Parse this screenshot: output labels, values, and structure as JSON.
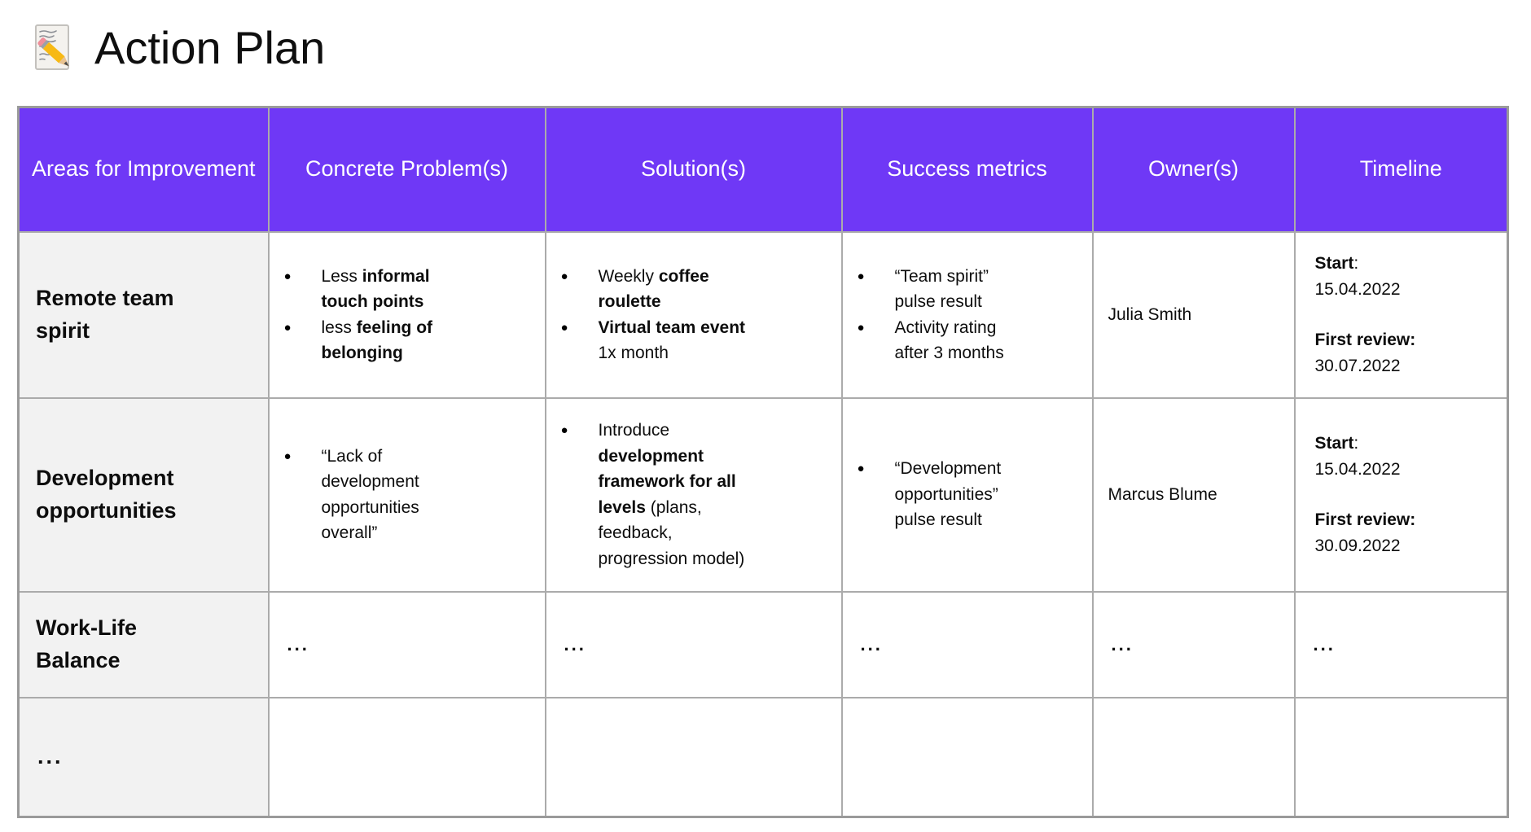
{
  "page": {
    "title": "Action Plan",
    "title_icon": "memo"
  },
  "colors": {
    "header_bg": "#6F38F6",
    "header_text": "#FFFFFF",
    "row_header_bg": "#F2F2F2",
    "border": "#ABABAB",
    "outer_border": "#9A9A9A"
  },
  "table": {
    "columns": [
      "Areas for Improvement",
      "Concrete Problem(s)",
      "Solution(s)",
      "Success metrics",
      "Owner(s)",
      "Timeline"
    ],
    "rows": [
      {
        "area": "Remote team\nspirit",
        "problems": [
          [
            {
              "t": "Less ",
              "b": false
            },
            {
              "t": "informal\ntouch points",
              "b": true
            }
          ],
          [
            {
              "t": "less ",
              "b": false
            },
            {
              "t": "feeling of\nbelonging",
              "b": true
            }
          ]
        ],
        "solutions": [
          [
            {
              "t": "Weekly ",
              "b": false
            },
            {
              "t": "coffee\nroulette",
              "b": true
            }
          ],
          [
            {
              "t": "Virtual team event",
              "b": true
            },
            {
              "t": "\n1x month",
              "b": false
            }
          ]
        ],
        "metrics": [
          [
            {
              "t": "“Team spirit”\npulse result",
              "b": false
            }
          ],
          [
            {
              "t": "Activity rating\nafter 3 months",
              "b": false
            }
          ]
        ],
        "owner": "Julia Smith",
        "timeline": [
          [
            {
              "t": "Start",
              "b": true
            },
            {
              "t": ":\n15.04.2022",
              "b": false
            }
          ],
          [
            {
              "t": "First review:",
              "b": true
            },
            {
              "t": "\n30.07.2022",
              "b": false
            }
          ]
        ]
      },
      {
        "area": "Development\nopportunities",
        "problems": [
          [
            {
              "t": "“Lack of\ndevelopment\nopportunities\noverall”",
              "b": false
            }
          ]
        ],
        "solutions": [
          [
            {
              "t": "Introduce\n",
              "b": false
            },
            {
              "t": "development\nframework for all\nlevels",
              "b": true
            },
            {
              "t": " (plans,\nfeedback,\nprogression model)",
              "b": false
            }
          ]
        ],
        "metrics": [
          [
            {
              "t": "“Development\nopportunities”\npulse result",
              "b": false
            }
          ]
        ],
        "owner": "Marcus Blume",
        "timeline": [
          [
            {
              "t": "Start",
              "b": true
            },
            {
              "t": ":\n15.04.2022",
              "b": false
            }
          ],
          [
            {
              "t": "First review:",
              "b": true
            },
            {
              "t": "\n30.09.2022",
              "b": false
            }
          ]
        ]
      },
      {
        "area": "Work-Life\nBalance",
        "problems": "...",
        "solutions": "...",
        "metrics": "...",
        "owner": "...",
        "timeline": "..."
      },
      {
        "area": "...",
        "problems": "",
        "solutions": "",
        "metrics": "",
        "owner": "",
        "timeline": ""
      }
    ]
  }
}
